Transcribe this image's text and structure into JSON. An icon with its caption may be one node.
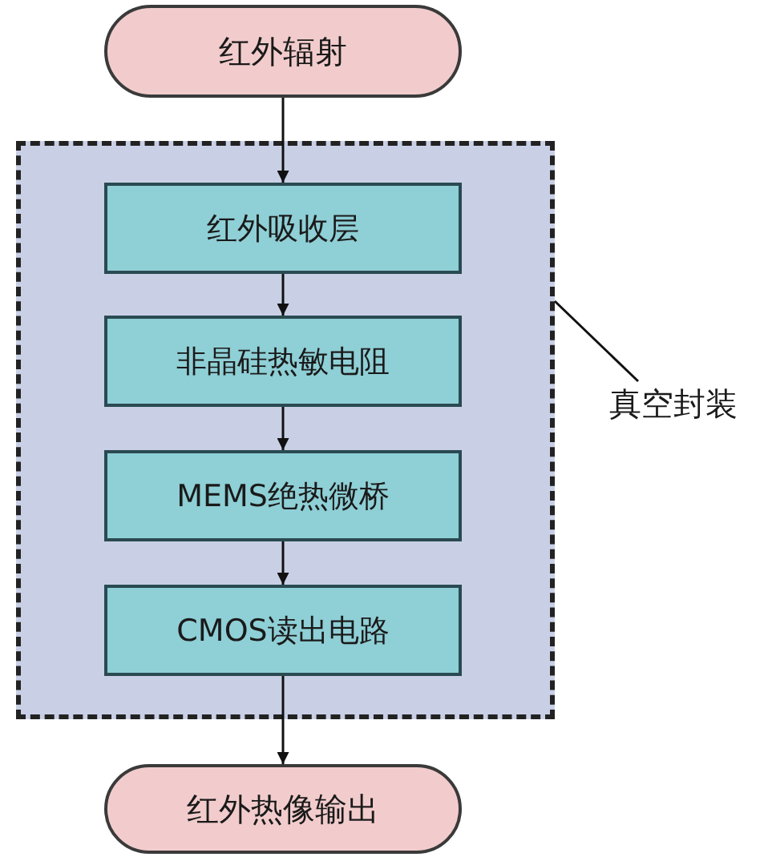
{
  "diagram": {
    "nodes": [
      {
        "text": [
          "红外辐射"
        ]
      },
      {
        "text": [],
        "shape": "box"
      },
      {
        "text": [
          "红外吸收层"
        ],
        "in": 1
      },
      {
        "text": [
          "非晶硅热敏电阻"
        ],
        "in": 1
      },
      {
        "text": [
          "MEMS绝热微桥"
        ],
        "in": 1
      },
      {
        "text": [
          "CMOS读出电路"
        ],
        "in": 1
      },
      {
        "text": [
          "红外热像输出"
        ]
      },
      {
        "text": [
          "真空封装"
        ]
      }
    ],
    "edges": [
      {
        "from": 0,
        "to": 2,
        "arrow": "to"
      },
      {
        "from": 2,
        "to": 3,
        "arrow": "to"
      },
      {
        "from": 3,
        "to": 4,
        "arrow": "to"
      },
      {
        "from": 4,
        "to": 5,
        "arrow": "to"
      },
      {
        "from": 5,
        "to": 6,
        "arrow": "to"
      },
      {
        "from": 7,
        "to": 1,
        "arrow": "none"
      }
    ]
  }
}
